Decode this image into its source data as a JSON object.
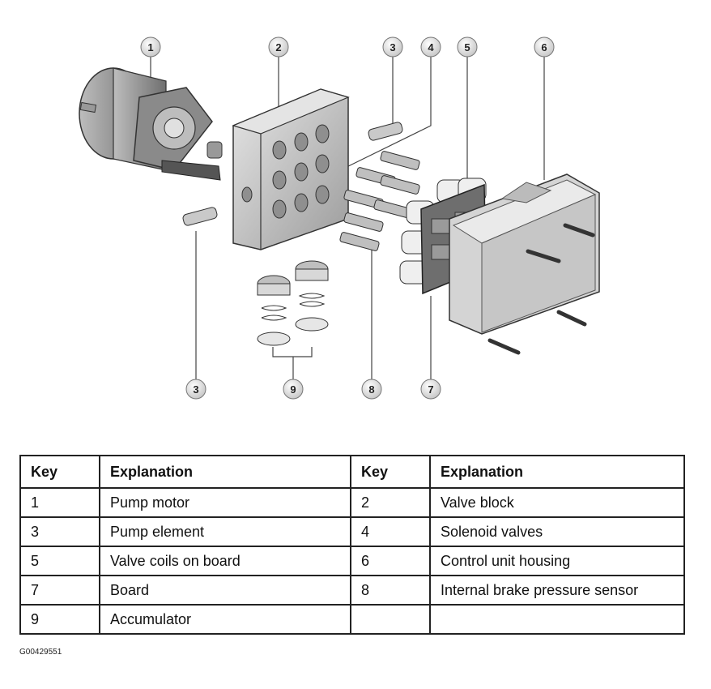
{
  "diagram": {
    "callouts": [
      "1",
      "2",
      "3",
      "4",
      "5",
      "6",
      "3",
      "9",
      "8",
      "7"
    ]
  },
  "table": {
    "headers": [
      "Key",
      "Explanation",
      "Key",
      "Explanation"
    ],
    "rows": [
      [
        "1",
        "Pump motor",
        "2",
        "Valve block"
      ],
      [
        "3",
        "Pump element",
        "4",
        "Solenoid valves"
      ],
      [
        "5",
        "Valve coils on board",
        "6",
        "Control unit housing"
      ],
      [
        "7",
        "Board",
        "8",
        "Internal brake pressure sensor"
      ],
      [
        "9",
        "Accumulator",
        "",
        ""
      ]
    ]
  },
  "reference_code": "G00429551"
}
